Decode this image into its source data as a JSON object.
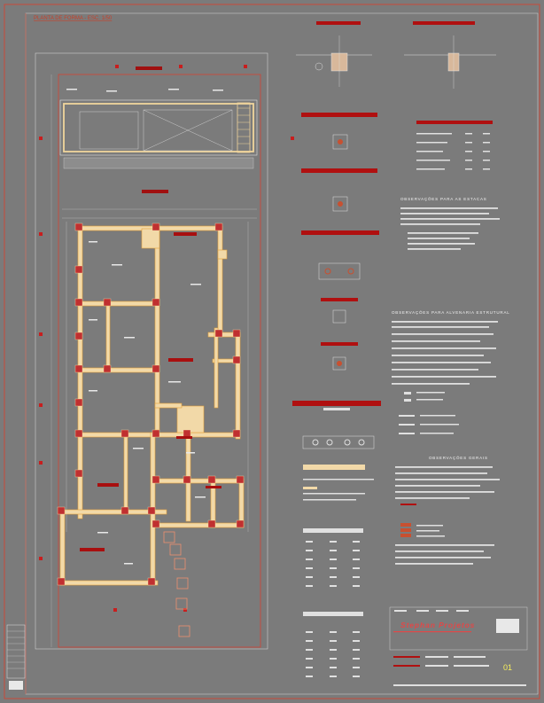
{
  "sheet": {
    "plan_title": "PLANTA DE FORMA - ESC. 1/50",
    "company": "Stephan Projetos",
    "sheet_number": "01"
  },
  "notes": {
    "foundation_heading": "OBSERVAÇÕES PARA AS ESTACAS",
    "masonry_heading": "OBSERVAÇÕES PARA ALVENARIA ESTRUTURAL",
    "general_heading": "OBSERVAÇÕES GERAIS"
  },
  "colors": {
    "background": "#7b7b7b",
    "border": "#c84a3a",
    "frame": "#d9d9d9",
    "wall_fill": "#f2d9a8",
    "wall_stroke": "#e7a23a",
    "tag_red": "#b01010",
    "text_white": "#f2f2f2",
    "sheet_number": "#f6ee5c"
  }
}
